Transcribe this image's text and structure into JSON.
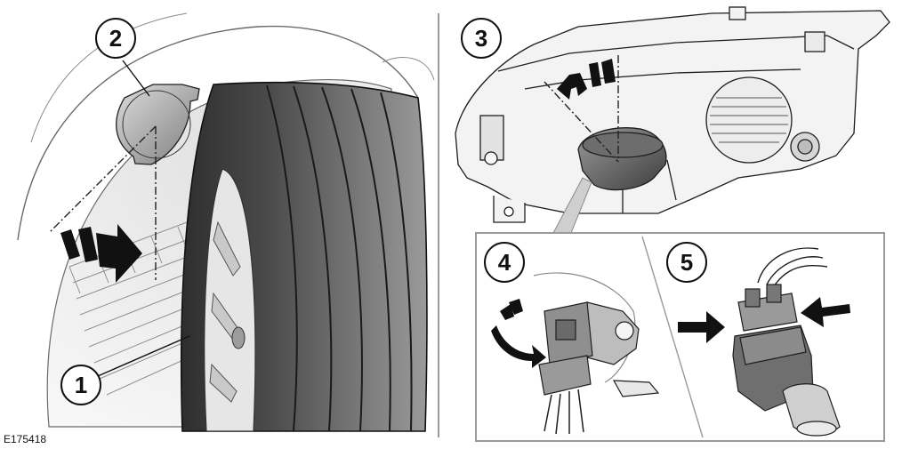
{
  "figure": {
    "reference_code": "E175418",
    "callouts": [
      "1",
      "2",
      "3",
      "4",
      "5"
    ]
  },
  "colors": {
    "line": "#1a1a1a",
    "tyre_dark": "#3a3a3a",
    "tyre_mid": "#6b6b6b",
    "panel_grey": "#d7d7d7",
    "light_grey": "#e9e9e9",
    "inset_border": "#9a9a9a",
    "arrow": "#111111"
  }
}
